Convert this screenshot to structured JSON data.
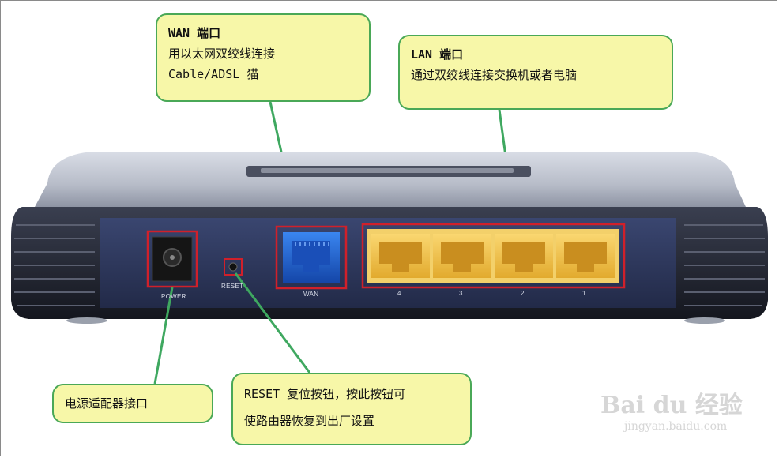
{
  "callouts": {
    "wan": {
      "title": "WAN 端口",
      "line1": "用以太网双绞线连接",
      "line2": "Cable/ADSL 猫"
    },
    "lan": {
      "title": "LAN 端口",
      "line1": "通过双绞线连接交换机或者电脑"
    },
    "power": {
      "text": "电源适配器接口"
    },
    "reset": {
      "line1": "RESET 复位按钮，按此按钮可",
      "line2": "使路由器恢复到出厂设置"
    }
  },
  "port_labels": {
    "power": "POWER",
    "reset": "RESET",
    "wan": "WAN",
    "lan": [
      "4",
      "3",
      "2",
      "1"
    ]
  },
  "watermark": {
    "brand": "Bai du 经验",
    "url": "jingyan.baidu.com"
  },
  "colors": {
    "callout_fill": "#f7f7a8",
    "callout_border": "#4aa857",
    "leader_line": "#3fa860",
    "highlight": "#d0202a",
    "wan_port": "#1f5fd0",
    "lan_port": "#f0c24a",
    "panel": "#2c3659"
  }
}
